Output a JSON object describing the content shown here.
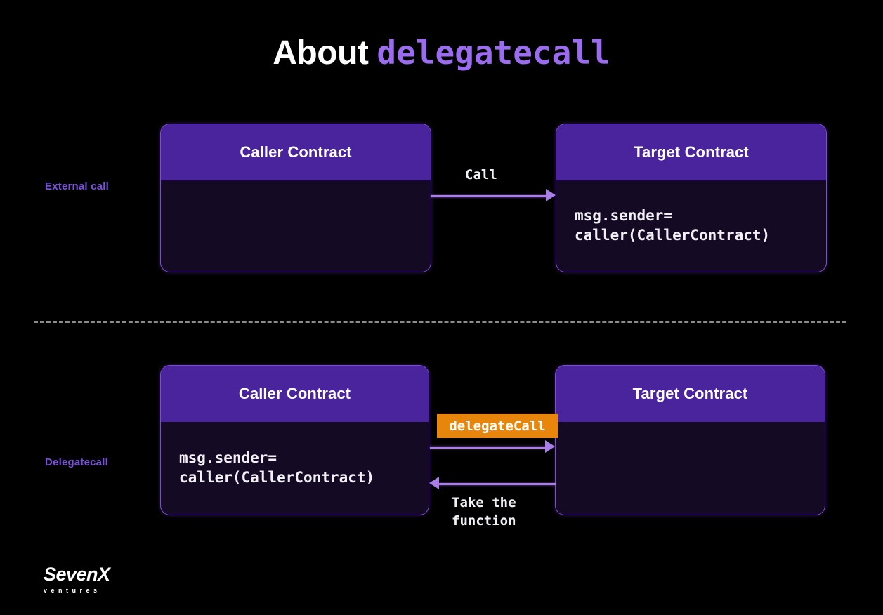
{
  "title": {
    "prefix": "About",
    "code": "delegatecall"
  },
  "sections": [
    {
      "label": "External call",
      "caller": {
        "header": "Caller Contract",
        "code": ""
      },
      "target": {
        "header": "Target Contract",
        "code": "msg.sender=\ncaller(CallerContract)"
      },
      "arrows": [
        {
          "label": "Call",
          "direction": "right"
        }
      ]
    },
    {
      "label": "Delegatecall",
      "caller": {
        "header": "Caller Contract",
        "code": "msg.sender=\ncaller(CallerContract)"
      },
      "target": {
        "header": "Target Contract",
        "code": ""
      },
      "badge": "delegateCall",
      "arrows": [
        {
          "label": "",
          "direction": "right"
        },
        {
          "label": "Take the\nfunction",
          "direction": "left"
        }
      ]
    }
  ],
  "logo": {
    "name": "SevenX",
    "tagline": "ventures"
  },
  "colors": {
    "background": "#000000",
    "header_purple": "#4a249d",
    "body_dark": "#140a23",
    "border_purple": "#7c4dd8",
    "arrow_purple": "#a97ee8",
    "accent_purple": "#9b6cf0",
    "label_purple": "#7d4fe0",
    "badge_orange": "#e8860c",
    "divider_gray": "#8c8c8c",
    "text_white": "#f2f0f5"
  }
}
